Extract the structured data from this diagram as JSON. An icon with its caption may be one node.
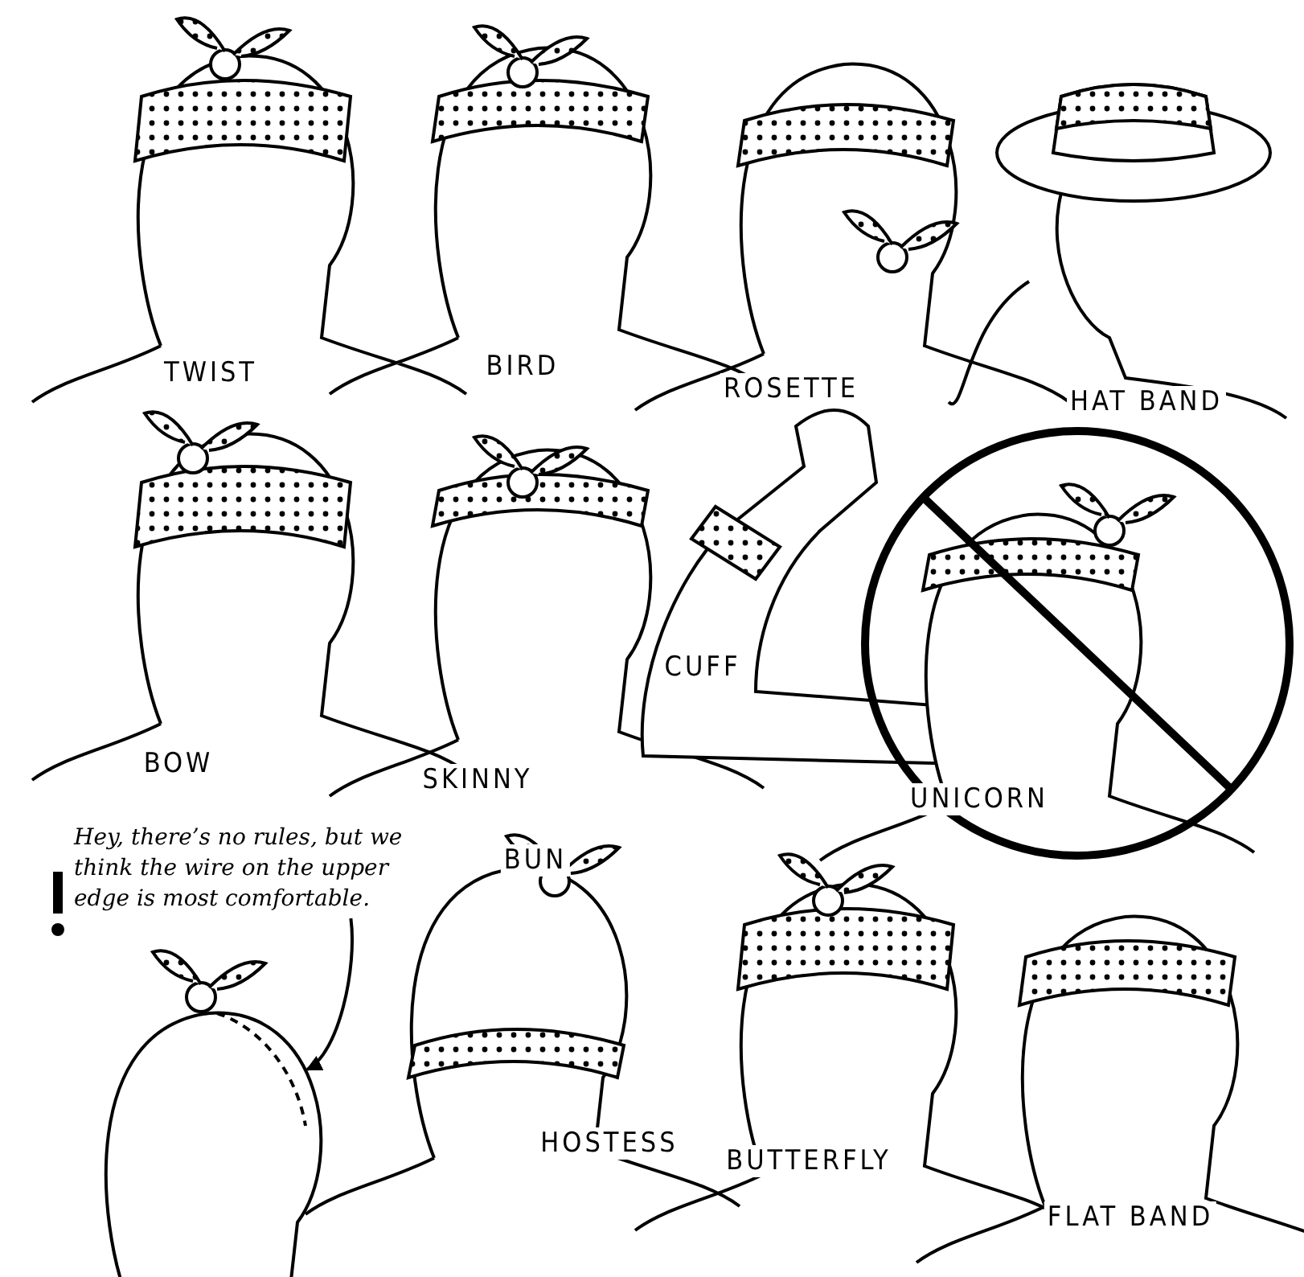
{
  "diagram": {
    "nodes": [
      {
        "text": [
          "Hey, there’s no rules, but we think the wire on the upper edge is most comfortable."
        ]
      },
      {
        "text": [],
        "shape": "picture"
      }
    ],
    "edges": [
      {
        "from": 0,
        "to": 1,
        "arrow": "to"
      }
    ],
    "labels": [
      "TWIST",
      "BIRD",
      "ROSETTE",
      "HAT BAND",
      "BOW",
      "SKINNY",
      "CUFF",
      "UNICORN",
      "BUN",
      "HOSTESS",
      "BUTTERFLY",
      "FLAT BAND"
    ]
  }
}
